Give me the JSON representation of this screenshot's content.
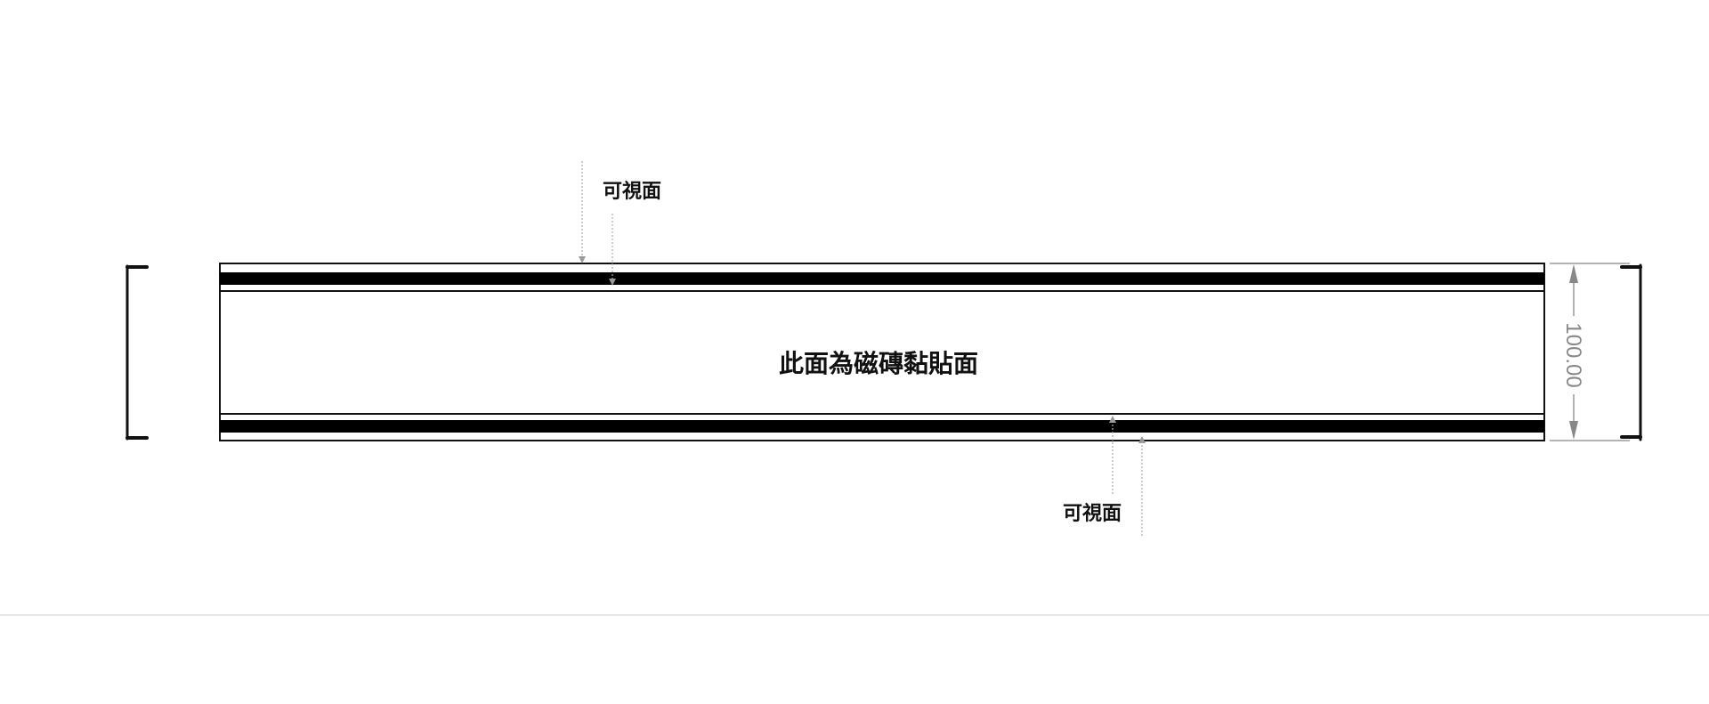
{
  "labels": {
    "visible_face_top": "可視面",
    "visible_face_bottom": "可視面",
    "tile_adhesive_face": "此面為磁磚黏貼面"
  },
  "dimension": {
    "value": "100.00"
  },
  "colors": {
    "stroke": "#111111",
    "dimension": "#888888",
    "leader": "#aaaaaa"
  }
}
